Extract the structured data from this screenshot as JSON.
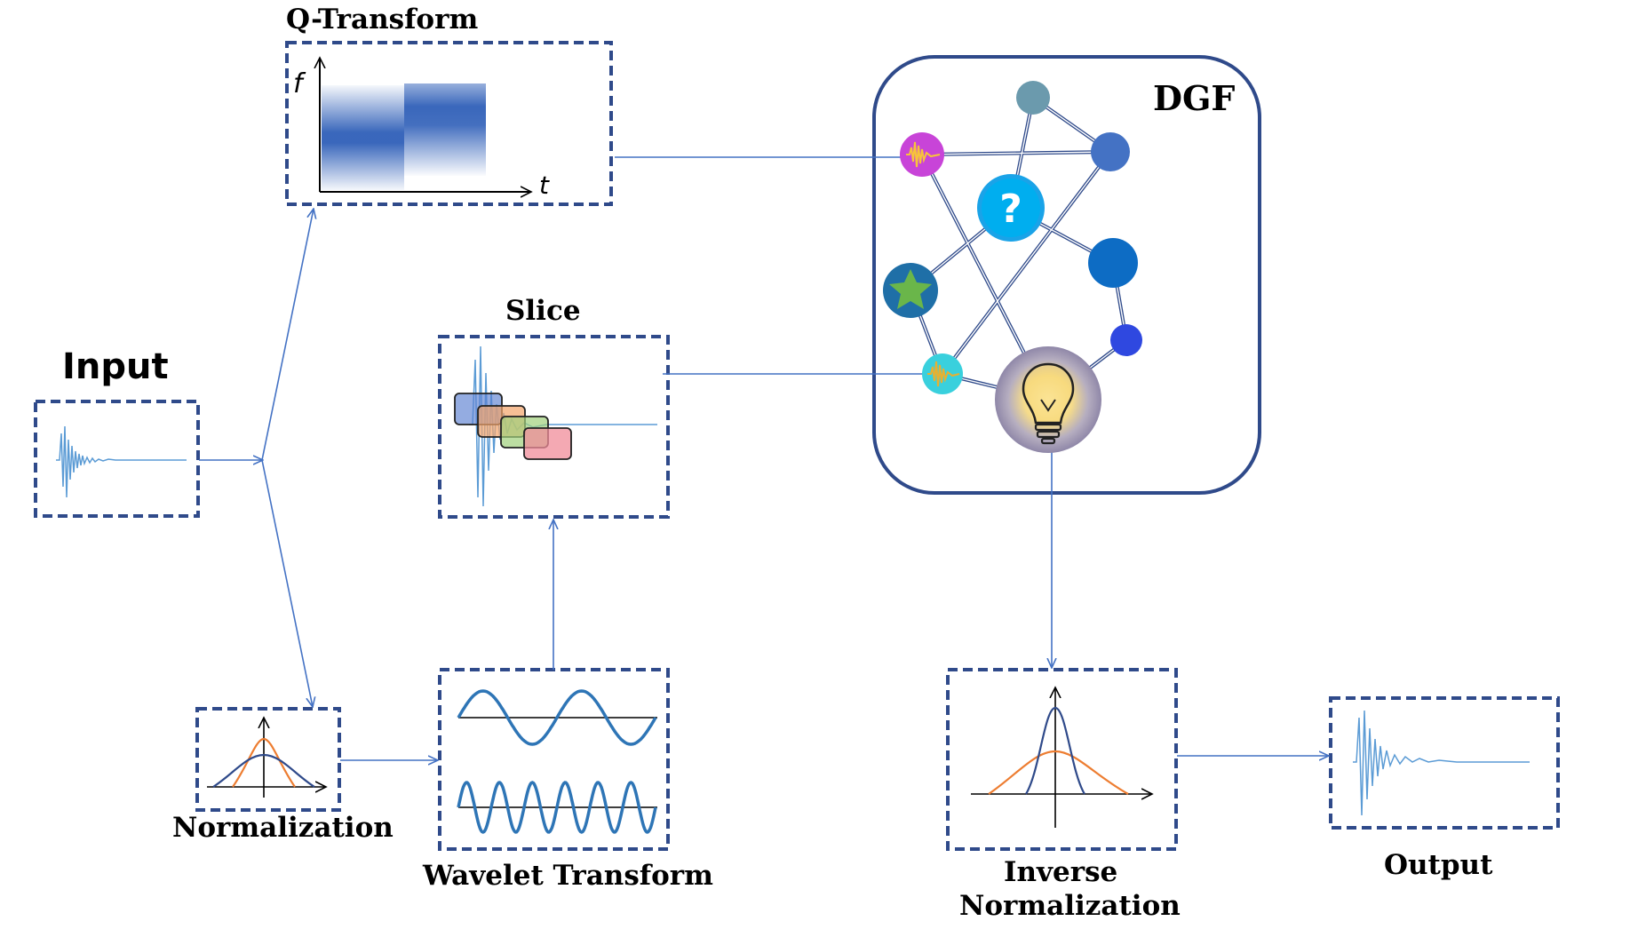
{
  "labels": {
    "input": "Input",
    "q_transform": "Q-Transform",
    "slice": "Slice",
    "dgf": "DGF",
    "normalization": "Normalization",
    "wavelet_transform": "Wavelet Transform",
    "inverse_line1": "Inverse",
    "inverse_line2": "Normalization",
    "output": "Output"
  },
  "axis_labels": {
    "freq": "f",
    "time": "t"
  },
  "graph_icons": {
    "question_node": "?",
    "star_node": "star-icon",
    "lightbulb_node": "lightbulb-icon",
    "signal_nodes": "waveform-icon"
  },
  "colors": {
    "box_border": "#2f4a8a",
    "arrow": "#4472c4",
    "signal": "#5b9bd5",
    "wave": "#2e75b6",
    "orange": "#ed7d31",
    "dark_blue": "#2f4a8a"
  }
}
